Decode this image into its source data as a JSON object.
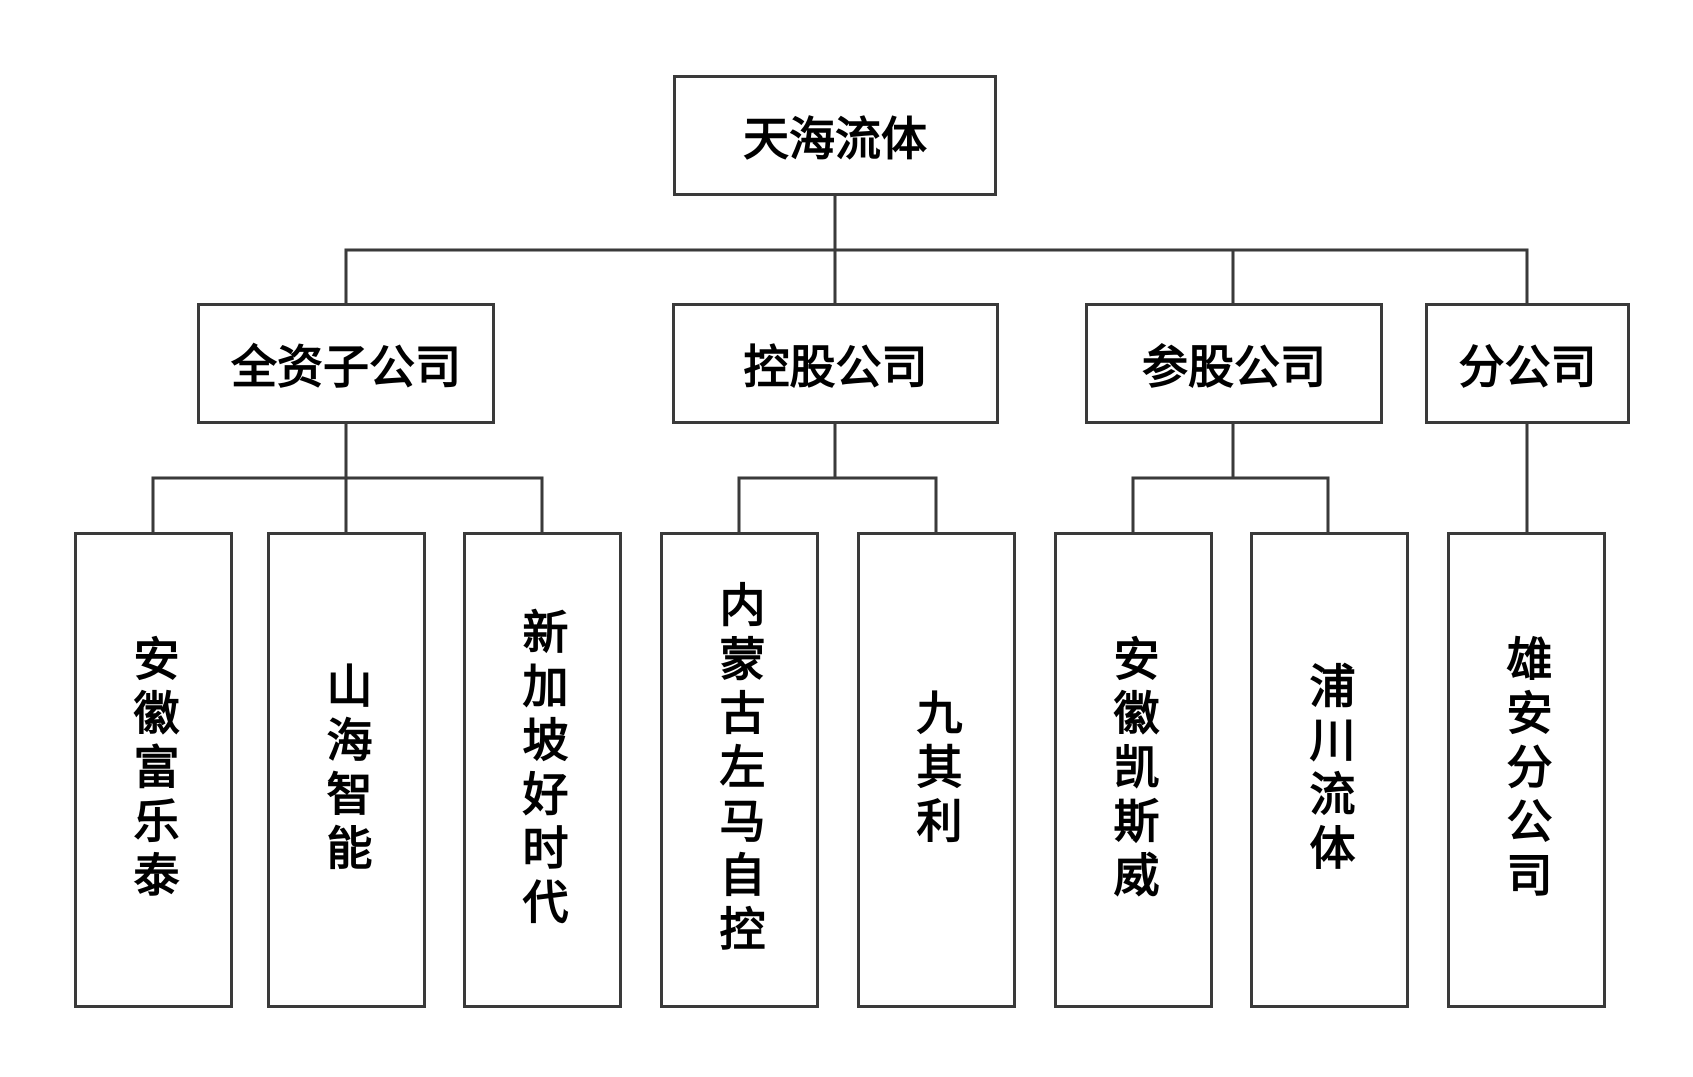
{
  "root": {
    "label": "天海流体"
  },
  "categories": [
    {
      "label": "全资子公司",
      "children": [
        "安徽富乐泰",
        "山海智能",
        "新加坡好时代"
      ]
    },
    {
      "label": "控股公司",
      "children": [
        "内蒙古左马自控",
        "九其利"
      ]
    },
    {
      "label": "参股公司",
      "children": [
        "安徽凯斯威",
        "浦川流体"
      ]
    },
    {
      "label": "分公司",
      "children": [
        "雄安分公司"
      ]
    }
  ],
  "colors": {
    "line": "#3a3a3a",
    "box_border": "#3a3a3a",
    "text": "#000000",
    "background": "#ffffff"
  }
}
